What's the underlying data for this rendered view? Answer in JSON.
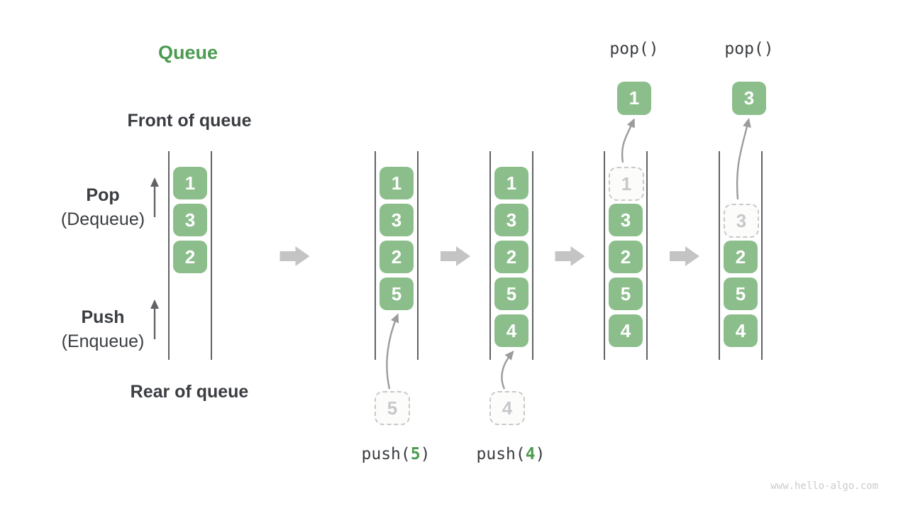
{
  "title": "Queue",
  "labels": {
    "front": "Front of queue",
    "rear": "Rear of queue",
    "pop_op": "Pop",
    "pop_sub": "(Dequeue)",
    "push_op": "Push",
    "push_sub": "(Enqueue)"
  },
  "watermark": "www.hello-algo.com",
  "colors": {
    "box_green": "#8CBE8C",
    "title_green": "#4B9B4F",
    "text_dark": "#3A3D41",
    "ghost_gray": "#C9C9C9",
    "curve_arrow_gray": "#9C9C9C",
    "block_arrow_gray": "#C4C4C4",
    "wall_gray": "#606264"
  },
  "states": [
    {
      "cells": [
        {
          "slot": 0,
          "value": "1"
        },
        {
          "slot": 1,
          "value": "3"
        },
        {
          "slot": 2,
          "value": "2"
        }
      ]
    },
    {
      "cells": [
        {
          "slot": 0,
          "value": "1"
        },
        {
          "slot": 1,
          "value": "3"
        },
        {
          "slot": 2,
          "value": "2"
        },
        {
          "slot": 3,
          "value": "5"
        }
      ],
      "pushed": "5",
      "push_label": {
        "prefix": "push(",
        "arg": "5",
        "suffix": ")"
      }
    },
    {
      "cells": [
        {
          "slot": 0,
          "value": "1"
        },
        {
          "slot": 1,
          "value": "3"
        },
        {
          "slot": 2,
          "value": "2"
        },
        {
          "slot": 3,
          "value": "5"
        },
        {
          "slot": 4,
          "value": "4"
        }
      ],
      "pushed": "4",
      "push_label": {
        "prefix": "push(",
        "arg": "4",
        "suffix": ")"
      }
    },
    {
      "cells": [
        {
          "slot": 0,
          "value": "1",
          "ghost": true
        },
        {
          "slot": 1,
          "value": "3"
        },
        {
          "slot": 2,
          "value": "2"
        },
        {
          "slot": 3,
          "value": "5"
        },
        {
          "slot": 4,
          "value": "4"
        }
      ],
      "popped": "1",
      "pop_label": "pop()"
    },
    {
      "cells": [
        {
          "slot": 1,
          "value": "3",
          "ghost": true
        },
        {
          "slot": 2,
          "value": "2"
        },
        {
          "slot": 3,
          "value": "5"
        },
        {
          "slot": 4,
          "value": "4"
        }
      ],
      "popped": "3",
      "pop_label": "pop()"
    }
  ]
}
